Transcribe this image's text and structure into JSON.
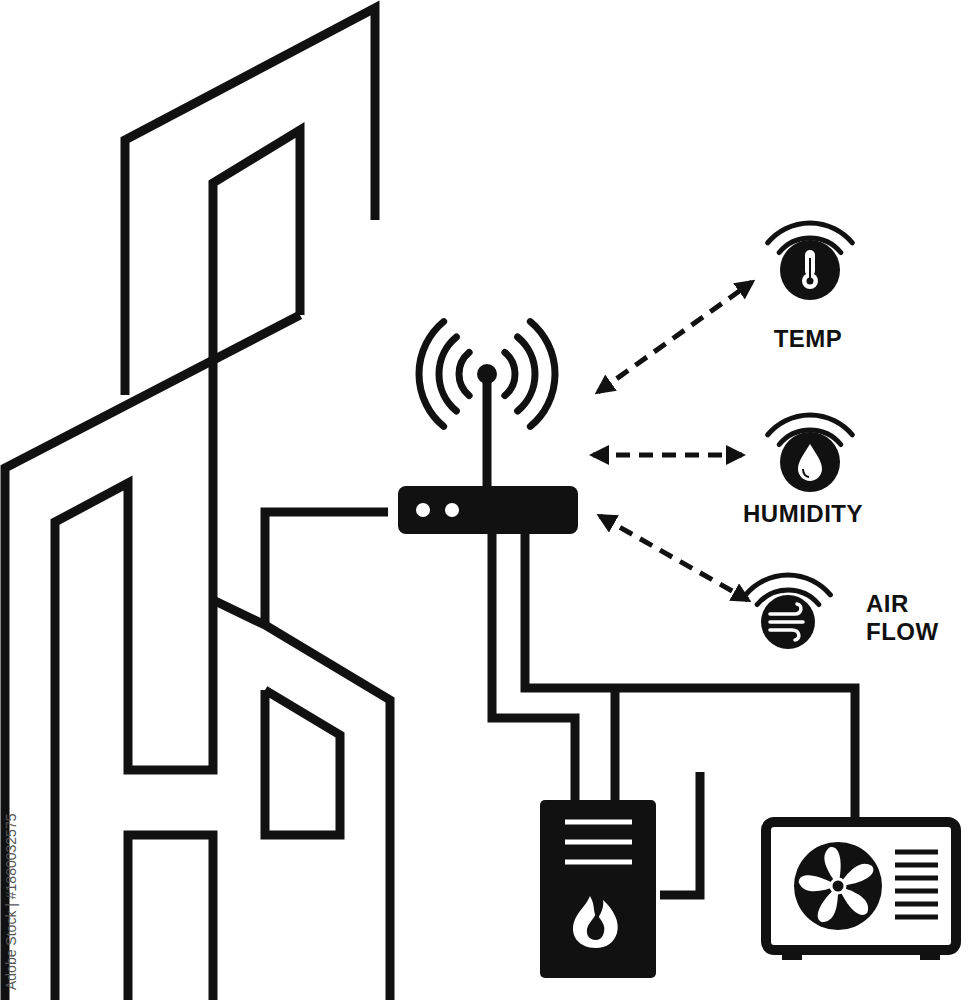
{
  "diagram": {
    "nodes": [
      {
        "text": [
          "TEMP"
        ]
      },
      {
        "text": [
          "HUMIDITY"
        ]
      },
      {
        "text": [
          "AIR FLOW"
        ]
      }
    ],
    "labels": [
      "Adobe Stock | #1880032575"
    ]
  }
}
